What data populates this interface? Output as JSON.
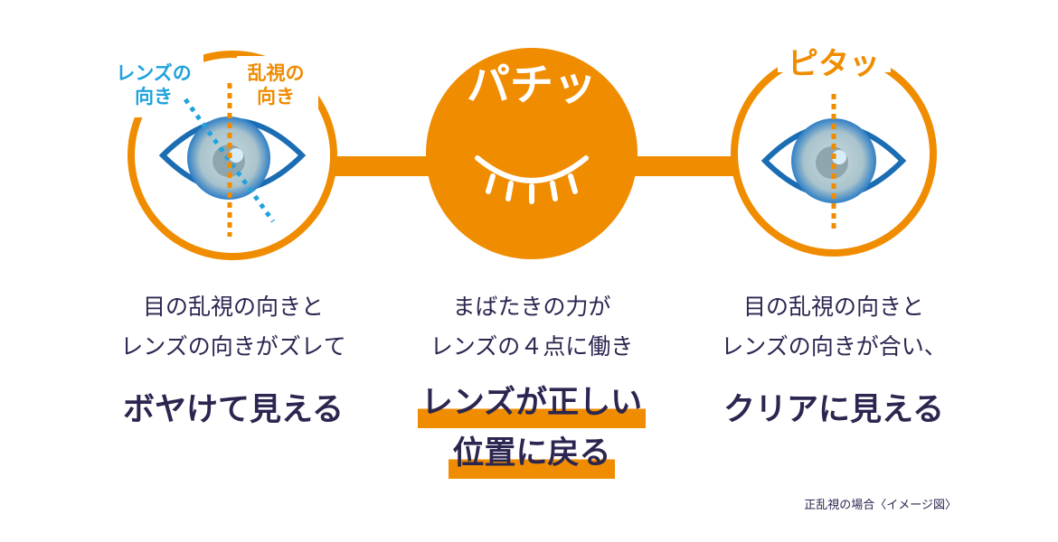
{
  "colors": {
    "orange": "#f08c00",
    "navy": "#2b2650",
    "blue": "#1b6db3",
    "cyan": "#1fa3dc"
  },
  "left": {
    "label_lens": [
      "レンズの",
      "向き"
    ],
    "label_astig": [
      "乱視の",
      "向き"
    ],
    "caption": [
      "目の乱視の向きと",
      "レンズの向きがズレて"
    ],
    "result": "ボヤけて見える"
  },
  "middle": {
    "title": "パチッ",
    "caption": [
      "まばたきの力が",
      "レンズの４点に働き"
    ],
    "result": [
      "レンズが正しい",
      "位置に戻る"
    ]
  },
  "right": {
    "title": "ピタッ",
    "caption": [
      "目の乱視の向きと",
      "レンズの向きが合い、"
    ],
    "result": "クリアに見える"
  },
  "note": "正乱視の場合〈イメージ図〉"
}
